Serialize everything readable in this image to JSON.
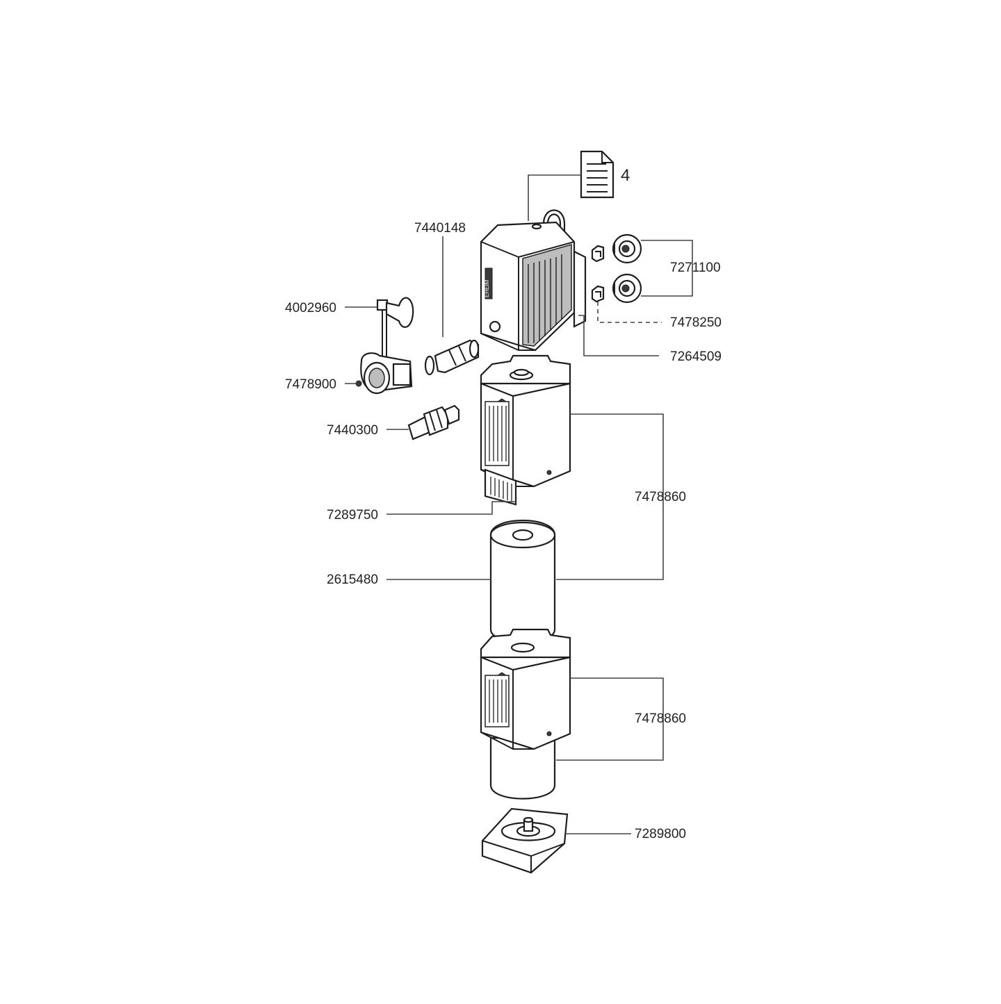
{
  "diagram": {
    "doc_ref": "4",
    "labels": {
      "p7440148": "7440148",
      "p4002960": "4002960",
      "p7478900": "7478900",
      "p7440300": "7440300",
      "p7271100": "7271100",
      "p7478250": "7478250",
      "p7264509": "7264509",
      "p7478860a": "7478860",
      "p7289750": "7289750",
      "p2615480": "2615480",
      "p7478860b": "7478860",
      "p7289800": "7289800"
    },
    "brand": "EHEIM"
  }
}
